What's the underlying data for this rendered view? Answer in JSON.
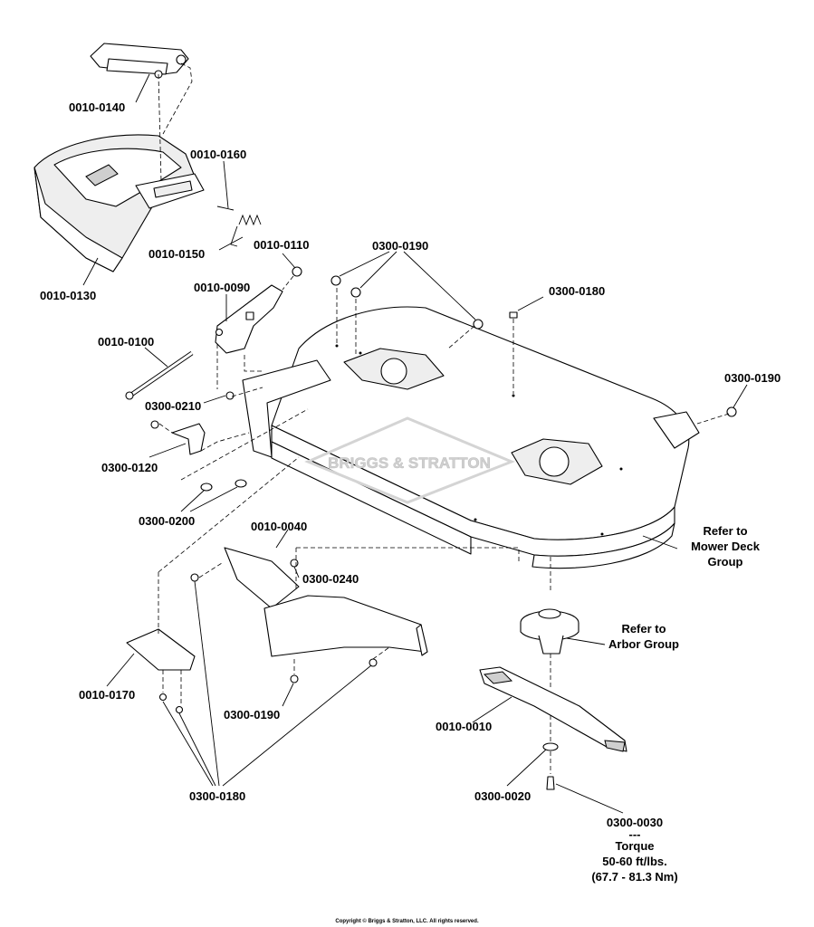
{
  "parts": {
    "p_0010_0140": "0010-0140",
    "p_0010_0160": "0010-0160",
    "p_0010_0150": "0010-0150",
    "p_0010_0110": "0010-0110",
    "p_0010_0130": "0010-0130",
    "p_0010_0090": "0010-0090",
    "p_0300_0190_top": "0300-0190",
    "p_0300_0180_top": "0300-0180",
    "p_0010_0100": "0010-0100",
    "p_0300_0190_right": "0300-0190",
    "p_0300_0210": "0300-0210",
    "p_0300_0120": "0300-0120",
    "p_0300_0200": "0300-0200",
    "p_0010_0040": "0010-0040",
    "p_0300_0240": "0300-0240",
    "p_0010_0170": "0010-0170",
    "p_0300_0190_bottom": "0300-0190",
    "p_0300_0180_bottom": "0300-0180",
    "p_0010_0010": "0010-0010",
    "p_0300_0020": "0300-0020",
    "p_0300_0030": "0300-0030"
  },
  "notes": {
    "mower_deck_1": "Refer to",
    "mower_deck_2": "Mower Deck",
    "mower_deck_3": "Group",
    "arbor_1": "Refer to",
    "arbor_2": "Arbor Group",
    "torque_sep": "---",
    "torque_1": "Torque",
    "torque_2": "50-60 ft/lbs.",
    "torque_3": "(67.7 - 81.3 Nm)"
  },
  "watermark": "BRIGGS & STRATTON",
  "copyright": "Copyright © Briggs & Stratton, LLC. All rights reserved."
}
